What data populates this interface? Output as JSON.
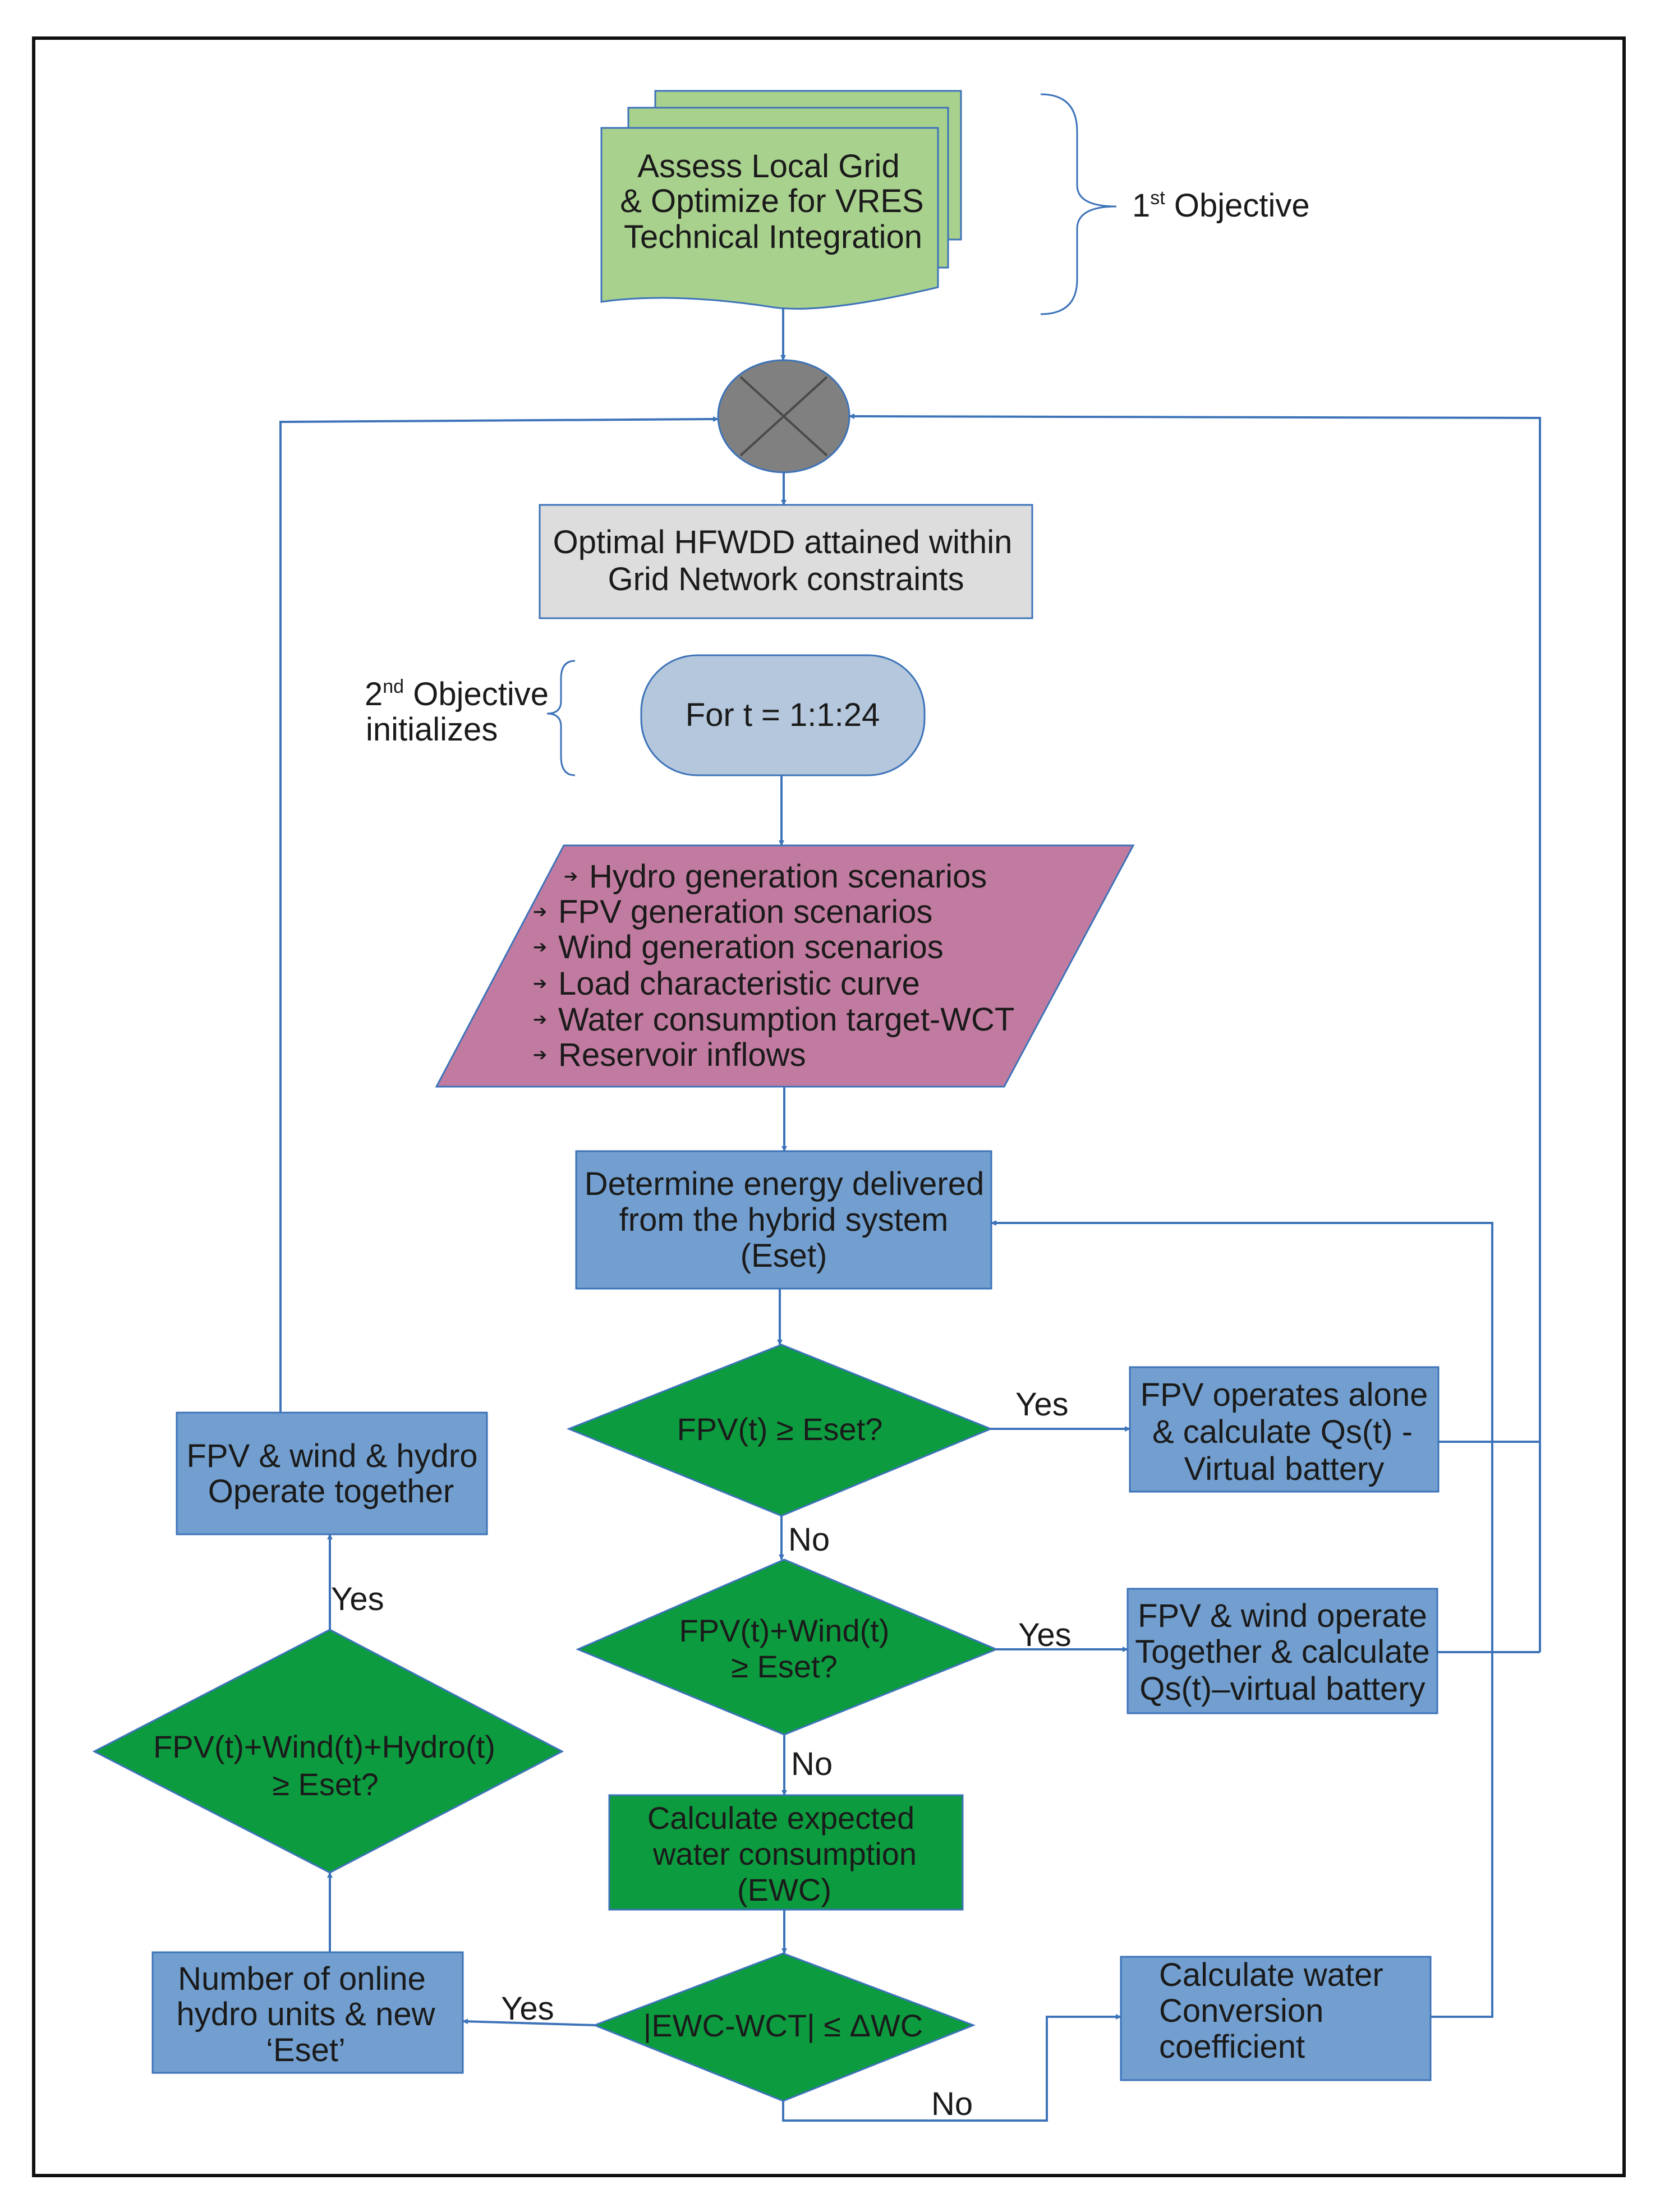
{
  "colors": {
    "green_doc": "#a9d18e",
    "green_decision": "#0d9b3f",
    "blue_process": "#729fcf",
    "blue_terminal": "#b4c7dc",
    "grey_process": "#dddddd",
    "pink_io": "#c27ba0",
    "junction": "#808080",
    "connector": "#3d73b9"
  },
  "objective1": {
    "box_lines": [
      "Assess Local Grid",
      "& Optimize for VRES",
      "Technical Integration"
    ],
    "label_base": "1",
    "label_sup": "st",
    "label_rest": " Objective"
  },
  "optimal_box": {
    "lines": [
      "Optimal HFWDD attained within",
      "Grid Network constraints"
    ]
  },
  "objective2": {
    "label_base": "2",
    "label_sup": "nd",
    "label_rest": " Objective",
    "label_line2": "initializes"
  },
  "loop_box": {
    "text": "For t = 1:1:24"
  },
  "inputs": {
    "bullet": "➔",
    "items": [
      "Hydro generation scenarios",
      "FPV generation scenarios",
      "Wind generation scenarios",
      "Load characteristic curve",
      "Water consumption target-WCT",
      "Reservoir inflows"
    ]
  },
  "determine_box": {
    "lines": [
      "Determine energy delivered",
      "from the hybrid system",
      "(Eset)"
    ]
  },
  "decision1": {
    "text": "FPV(t) ≥ Eset?"
  },
  "decision2": {
    "lines": [
      "FPV(t)+Wind(t)",
      "≥ Eset?"
    ]
  },
  "decision3": {
    "lines": [
      "FPV(t)+Wind(t)+Hydro(t)",
      "≥ Eset?"
    ]
  },
  "decision4": {
    "text": "|EWC-WCT| ≤ ΔWC"
  },
  "fpv_alone_box": {
    "lines": [
      "FPV operates alone",
      "& calculate Qs(t) -",
      "Virtual battery"
    ]
  },
  "fpv_wind_box": {
    "lines": [
      "FPV & wind operate",
      "Together & calculate",
      "Qs(t)–virtual battery"
    ]
  },
  "calc_ewc_box": {
    "lines": [
      "Calculate expected",
      "water consumption",
      "(EWC)"
    ]
  },
  "calc_water_box": {
    "lines": [
      "Calculate water",
      "Conversion",
      "coefficient"
    ]
  },
  "online_units_box": {
    "lines": [
      "Number of online",
      "hydro units & new",
      "‘Eset’"
    ]
  },
  "together_box": {
    "lines": [
      "FPV & wind & hydro",
      "Operate together"
    ]
  },
  "edge_labels": {
    "yes_d1": "Yes",
    "no_d1": "No",
    "yes_d2": "Yes",
    "no_d2": "No",
    "yes_d4": "Yes",
    "no_d4": "No",
    "yes_d3": "Yes"
  }
}
